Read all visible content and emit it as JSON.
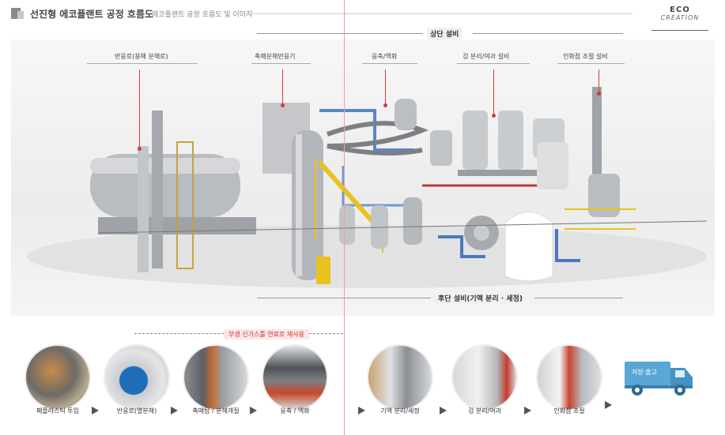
{
  "header": {
    "title": "선진형 에코플랜트 공정 흐름도",
    "subtitle": "에코플랜트 공정 흐름도 및 이미지"
  },
  "logo": {
    "line1": "ECO",
    "line2": "CREATION"
  },
  "sections": {
    "top": "상단 설비",
    "bottom": "후단 설비(기액 분리 · 세정)"
  },
  "equipment_labels": [
    "반응로(용해 분해로)",
    "촉매분해반응기",
    "응축/액화",
    "검 분리/여과 설비",
    "인화점 조절 설비"
  ],
  "reuse_label": "부생 신가스를 연료로 재사용",
  "steps": [
    "폐플라스틱 투입",
    "반응로(열분해)",
    "촉매탑 / 분해개질",
    "응축 / 액화",
    "기액 분리/세정",
    "검 분리/여과",
    "인화점 조절"
  ],
  "final_step": "저장·출고",
  "colors": {
    "accent_red": "#d23b3b",
    "truck_blue": "#5aa7d6",
    "line_gray": "#999999"
  }
}
